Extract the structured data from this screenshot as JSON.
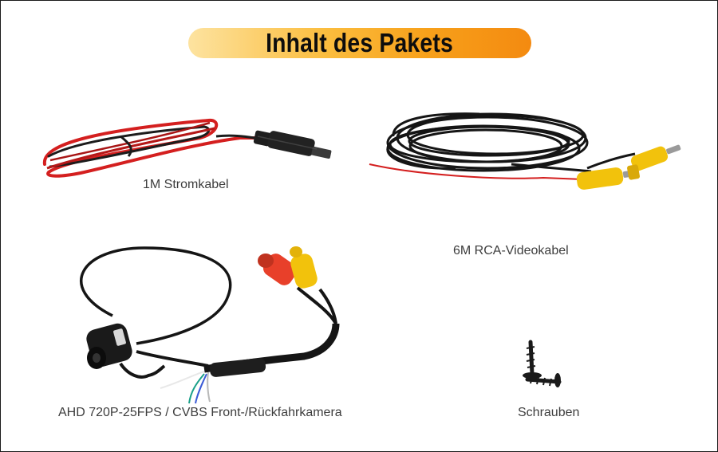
{
  "title": "Inhalt des Pakets",
  "items": [
    {
      "label": "1M Stromkabel",
      "icon": "power-cable-icon"
    },
    {
      "label": "6M RCA-Videokabel",
      "icon": "rca-video-cable-icon"
    },
    {
      "label": "AHD 720P-25FPS / CVBS Front-/Rückfahrkamera",
      "icon": "camera-icon"
    },
    {
      "label": "Schrauben",
      "icon": "screws-icon"
    }
  ],
  "colors": {
    "title_gradient_start": "#fde3a0",
    "title_gradient_end": "#f48a10",
    "cable_red": "#d41f1f",
    "rca_yellow": "#f2c20c",
    "rca_red": "#e8402a",
    "cable_black": "#151515"
  }
}
